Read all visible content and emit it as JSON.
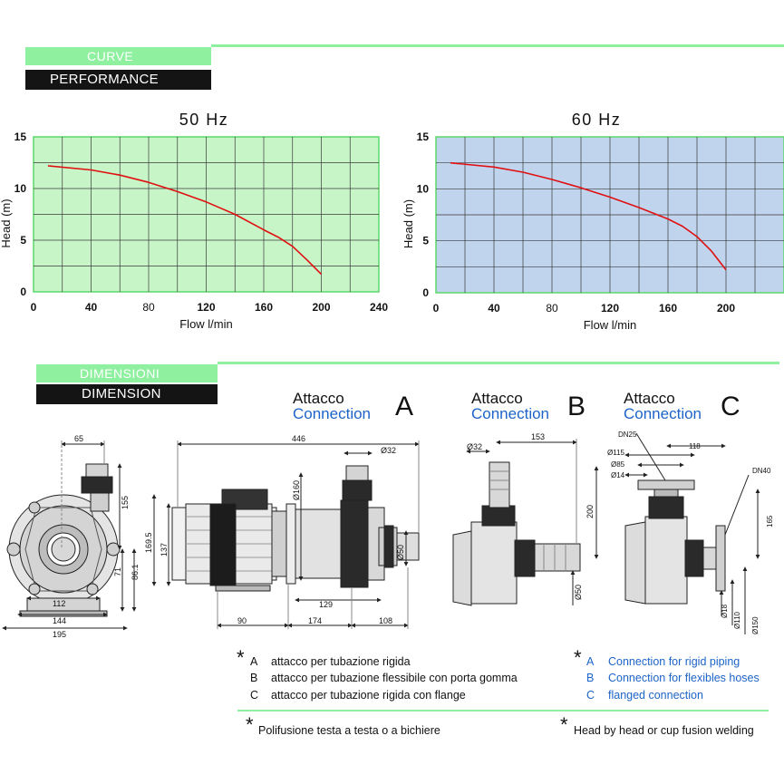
{
  "sections": {
    "curve_label": "CURVE",
    "performance_label": "PERFORMANCE",
    "dimensioni_label": "DIMENSIONI",
    "dimension_label": "DIMENSION"
  },
  "colors": {
    "header_green": "#8ff0a0",
    "plot_bg_50hz": "#c8f5c8",
    "plot_bg_60hz": "#c0d4ee",
    "curve_red": "#e01010",
    "english_blue": "#1d64c8"
  },
  "chart_data": [
    {
      "type": "line",
      "title": "50 Hz",
      "xlabel": "Flow l/min",
      "ylabel": "Head (m)",
      "xlim": [
        0,
        240
      ],
      "ylim": [
        0,
        15
      ],
      "x_tick_labels": [
        "0",
        "40",
        "80",
        "120",
        "160",
        "200",
        "240"
      ],
      "y_tick_labels": [
        "0",
        "5",
        "10",
        "15"
      ],
      "grid": true,
      "series": [
        {
          "x": [
            10,
            40,
            60,
            80,
            100,
            120,
            140,
            160,
            170,
            180,
            190,
            200
          ],
          "y": [
            12.2,
            11.8,
            11.3,
            10.6,
            9.7,
            8.7,
            7.5,
            6.0,
            5.3,
            4.4,
            3.1,
            1.7
          ]
        }
      ]
    },
    {
      "type": "line",
      "title": "60 Hz",
      "xlabel": "Flow l/min",
      "ylabel": "Head (m)",
      "xlim": [
        0,
        240
      ],
      "ylim": [
        0,
        15
      ],
      "x_tick_labels": [
        "0",
        "40",
        "80",
        "120",
        "160",
        "200"
      ],
      "y_tick_labels": [
        "0",
        "5",
        "10",
        "15"
      ],
      "grid": true,
      "series": [
        {
          "x": [
            10,
            40,
            60,
            80,
            100,
            120,
            140,
            160,
            170,
            180,
            190,
            200
          ],
          "y": [
            12.5,
            12.1,
            11.6,
            10.9,
            10.1,
            9.2,
            8.2,
            7.1,
            6.4,
            5.4,
            4.0,
            2.2
          ]
        }
      ]
    }
  ],
  "connections": {
    "title": "Attacco",
    "subtitle": "Connection",
    "letters": [
      "A",
      "B",
      "C"
    ]
  },
  "dimensions": {
    "front": [
      "65",
      "155",
      "71",
      "86.1",
      "112",
      "144",
      "195"
    ],
    "side": [
      "446",
      "Ø32",
      "Ø160",
      "169.5",
      "137",
      "Ø50",
      "129",
      "90",
      "174",
      "108"
    ],
    "conn_b": [
      "Ø32",
      "153",
      "200",
      "Ø50"
    ],
    "conn_c": [
      "DN25",
      "118",
      "Ø115",
      "Ø85",
      "Ø14",
      "DN40",
      "165",
      "Ø18",
      "Ø110",
      "Ø150"
    ]
  },
  "legend_it": [
    {
      "letter": "A",
      "text": "attacco per tubazione rigida"
    },
    {
      "letter": "B",
      "text": "attacco per tubazione flessibile con porta gomma"
    },
    {
      "letter": "C",
      "text": "attacco per tubazione rigida con flange"
    }
  ],
  "legend_en": [
    {
      "letter": "A",
      "text": "Connection for rigid piping"
    },
    {
      "letter": "B",
      "text": "Connection for flexibles hoses"
    },
    {
      "letter": "C",
      "text": "flanged connection"
    }
  ],
  "footnotes": {
    "star": "*",
    "it": "Polifusione testa a testa o a bichiere",
    "en": "Head by head or cup fusion welding"
  }
}
